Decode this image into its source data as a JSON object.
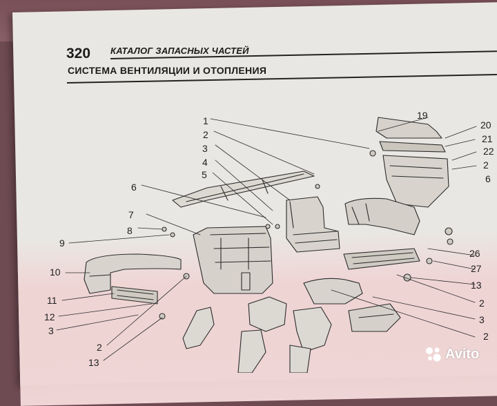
{
  "header": {
    "page_number": "320",
    "catalog_title": "КАТАЛОГ ЗАПАСНЫХ ЧАСТЕЙ",
    "section_title": "СИСТЕМА ВЕНТИЛЯЦИИ И ОТОПЛЕНИЯ"
  },
  "callouts": {
    "c1": "1",
    "c2": "2",
    "c3": "3",
    "c4": "4",
    "c5": "5",
    "c6": "6",
    "c7": "7",
    "c8": "8",
    "c9": "9",
    "c10": "10",
    "c11": "11",
    "c12": "12",
    "c3b": "3",
    "c2b": "2",
    "c13b": "13",
    "c19": "19",
    "c20": "20",
    "c21": "21",
    "c22": "22",
    "c23": "2",
    "c6r": "6",
    "c26": "26",
    "c27": "27",
    "c13r": "13",
    "c2r": "2",
    "c3r": "3",
    "c2r2": "2"
  },
  "watermark": {
    "text": "Avito"
  }
}
